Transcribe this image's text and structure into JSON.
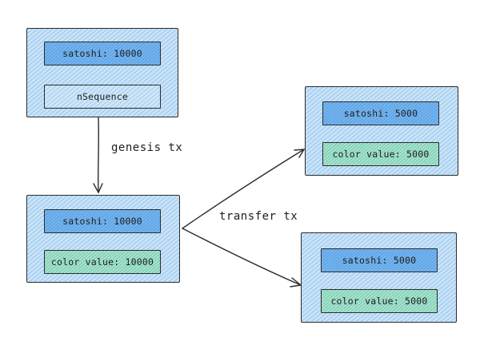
{
  "colors": {
    "container": "#c9e3f7",
    "blue_field": "#74b5ee",
    "green_field": "#a8e3cf",
    "stroke": "#2b2b2b"
  },
  "genesis_input": {
    "satoshi": "satoshi: 10000",
    "sequence": "nSequence"
  },
  "genesis_output": {
    "satoshi": "satoshi: 10000",
    "color_value": "color value: 10000"
  },
  "transfer_output_1": {
    "satoshi": "satoshi: 5000",
    "color_value": "color value: 5000"
  },
  "transfer_output_2": {
    "satoshi": "satoshi: 5000",
    "color_value": "color value: 5000"
  },
  "edges": {
    "genesis": "genesis tx",
    "transfer": "transfer tx"
  }
}
